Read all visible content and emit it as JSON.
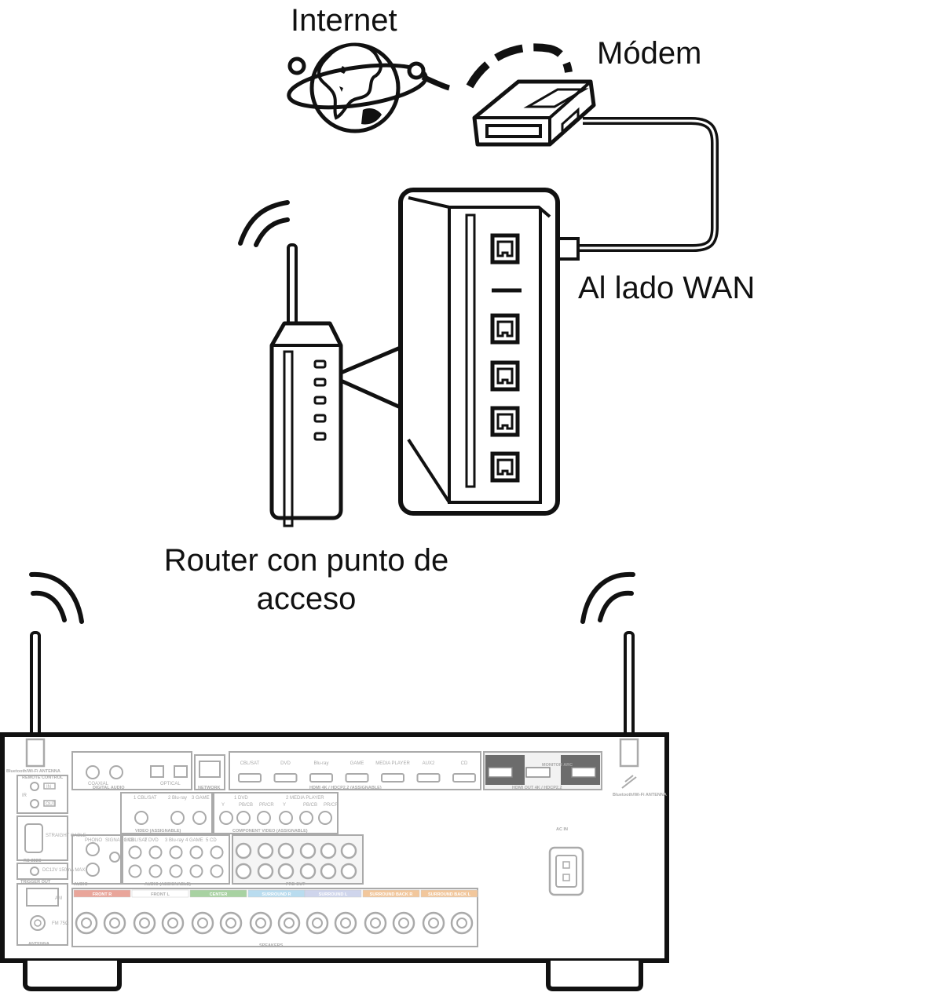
{
  "labels": {
    "internet": "Internet",
    "modem": "Módem",
    "wan_side": "Al lado WAN",
    "router": "Router con punto de acceso"
  },
  "receiver_panel": {
    "antenna_left": "Bluetooth/Wi-Fi ANTENNA",
    "antenna_right": "Bluetooth/Wi-Fi ANTENNA",
    "remote_control": "REMOTE CONTROL",
    "ir": "IR",
    "in": "IN",
    "out": "OUT",
    "rs232c": "RS-232C",
    "straight_cable": "STRAIGHT CABLE",
    "dc_out": "DC12V 150mA MAX",
    "trigger_out": "TRIGGER OUT",
    "antenna": "ANTENNA",
    "am": "AM",
    "fm": "FM 75Ω",
    "digital_audio": "DIGITAL AUDIO",
    "coaxial": "COAXIAL",
    "optical": "OPTICAL",
    "network": "NETWORK",
    "hdmi_inputs": [
      "CBL/SAT",
      "DVD",
      "Blu-ray",
      "GAME",
      "MEDIA PLAYER",
      "AUX2",
      "CD"
    ],
    "hdmi_caption": "HDMI 4K / HDCP2.2 (ASSIGNABLE)",
    "monitor_arc": "MONITOR ARC",
    "hdmi_out_caption": "HDMI OUT 4K / HDCP2.2",
    "video": "VIDEO (ASSIGNABLE)",
    "video_inputs": [
      "1 CBL/SAT",
      "2 Blu-ray",
      "3 GAME"
    ],
    "component_video": "COMPONENT VIDEO (ASSIGNABLE)",
    "component_inputs": [
      "1 DVD",
      "2 MEDIA PLAYER"
    ],
    "component_jacks": [
      "Y",
      "PB/CB",
      "PR/CR"
    ],
    "phono": "PHONO",
    "signal_gnd": "SIGNAL GND",
    "audio": "AUDIO",
    "audio_assignable": "AUDIO (ASSIGNABLE)",
    "audio_inputs": [
      "1 CBL/SAT",
      "2 DVD",
      "3 Blu-ray",
      "4 GAME",
      "5 CD"
    ],
    "preout": "PRE OUT",
    "speaker_groups": [
      "FRONT R",
      "FRONT L",
      "CENTER",
      "SURROUND R",
      "SURROUND L",
      "SURROUND BACK R",
      "SURROUND BACK L"
    ],
    "speaker_group_colors": [
      "#e9a59a",
      "#ffffff",
      "#a8d2a2",
      "#b9dcef",
      "#cfd5ec",
      "#f2c79c",
      "#f2c79c"
    ],
    "speakers": "SPEAKERS",
    "ac_in": "AC IN"
  }
}
